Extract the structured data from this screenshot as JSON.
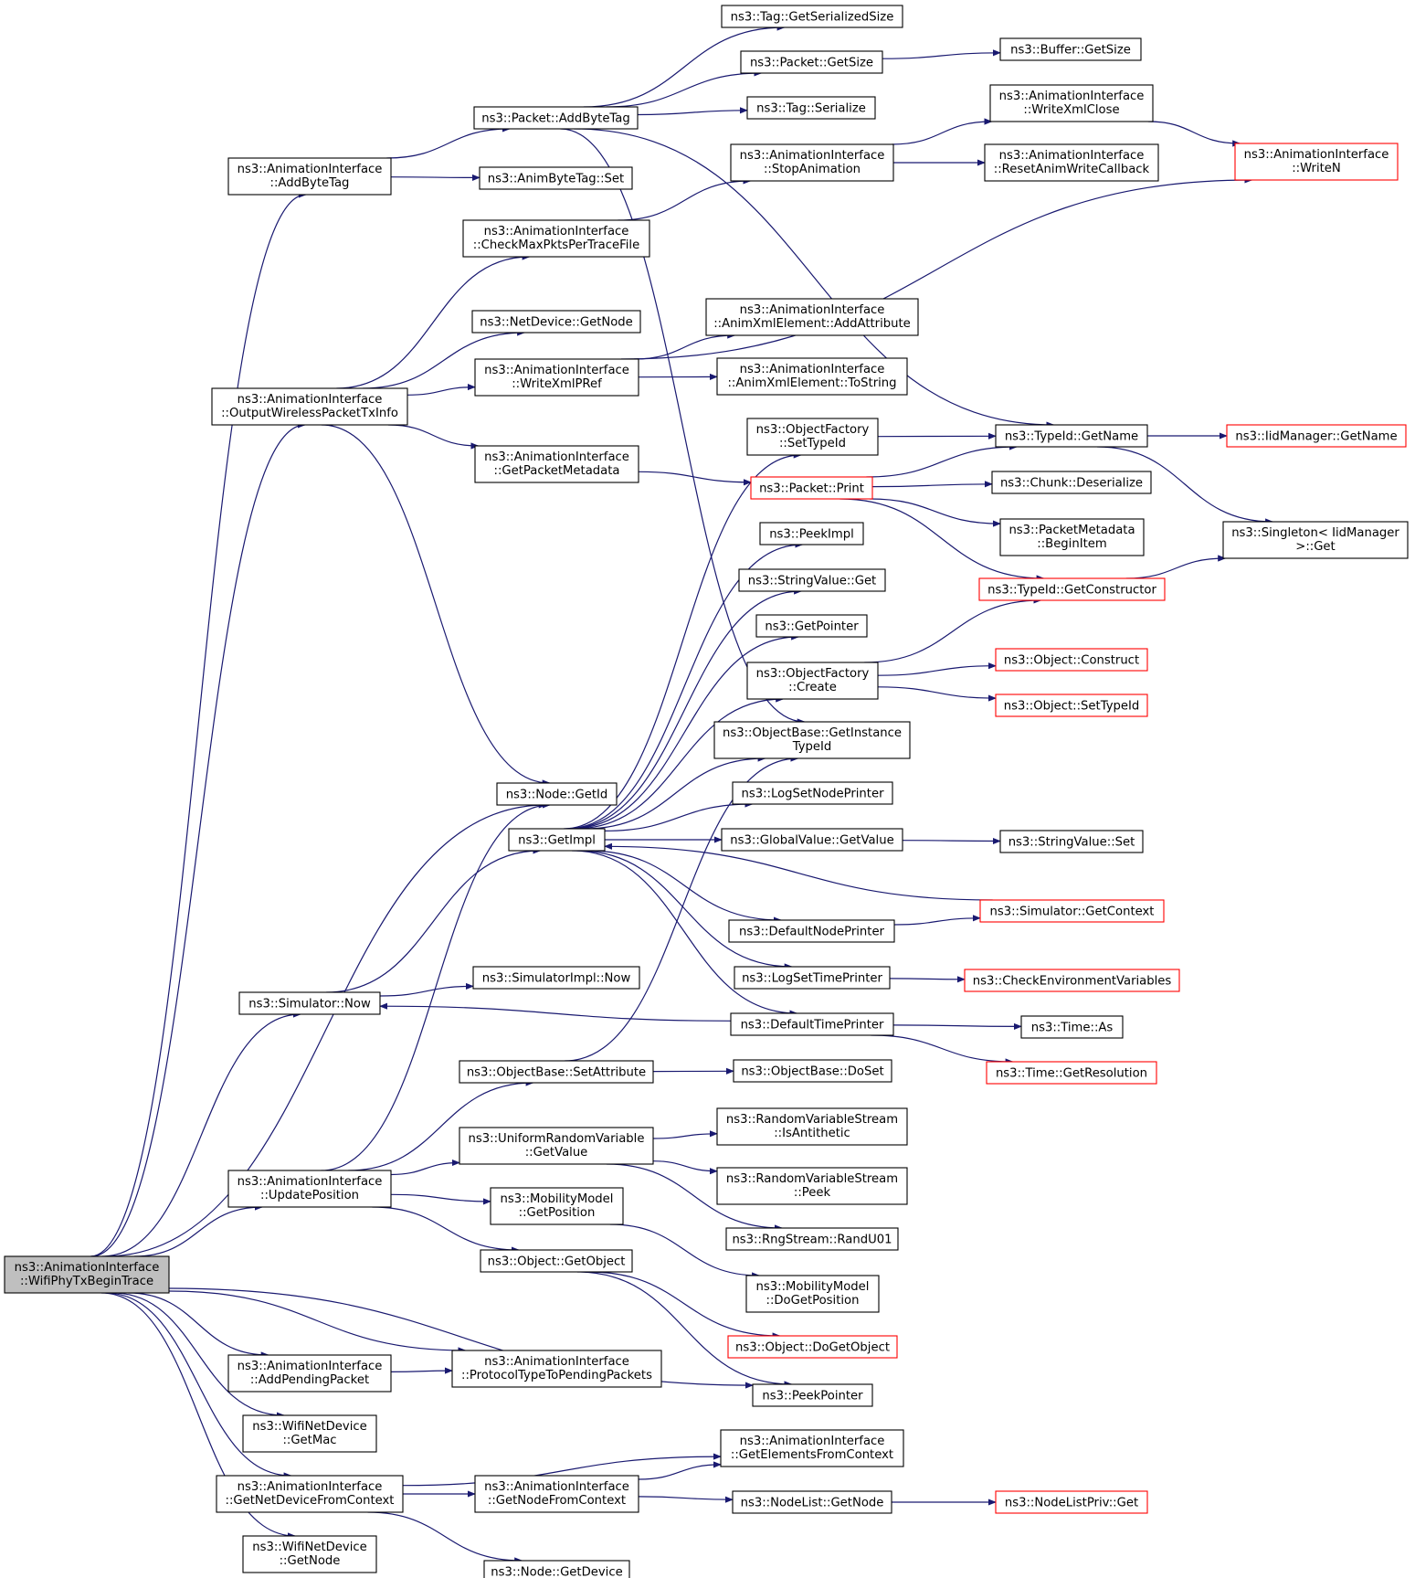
{
  "diagram": {
    "type": "call-graph",
    "colors": {
      "edge": "#191970",
      "border_normal": "#000000",
      "border_truncated": "#ff0000",
      "root_fill": "#bfbfbf",
      "node_fill": "#ffffff"
    },
    "nodes": [
      {
        "id": "root",
        "lines": [
          "ns3::AnimationInterface",
          "::WifiPhyTxBeginTrace"
        ],
        "style": "root"
      },
      {
        "id": "addByteTag",
        "lines": [
          "ns3::AnimationInterface",
          "::AddByteTag"
        ],
        "style": "normal"
      },
      {
        "id": "outputWireless",
        "lines": [
          "ns3::AnimationInterface",
          "::OutputWirelessPacketTxInfo"
        ],
        "style": "normal"
      },
      {
        "id": "simNow",
        "lines": [
          "ns3::Simulator::Now"
        ],
        "style": "normal"
      },
      {
        "id": "updatePosition",
        "lines": [
          "ns3::AnimationInterface",
          "::UpdatePosition"
        ],
        "style": "normal"
      },
      {
        "id": "addPending",
        "lines": [
          "ns3::AnimationInterface",
          "::AddPendingPacket"
        ],
        "style": "normal"
      },
      {
        "id": "wifiGetMac",
        "lines": [
          "ns3::WifiNetDevice",
          "::GetMac"
        ],
        "style": "normal"
      },
      {
        "id": "getNetDevFromCtx",
        "lines": [
          "ns3::AnimationInterface",
          "::GetNetDeviceFromContext"
        ],
        "style": "normal"
      },
      {
        "id": "wifiGetNode",
        "lines": [
          "ns3::WifiNetDevice",
          "::GetNode"
        ],
        "style": "normal"
      },
      {
        "id": "packetAddByteTag",
        "lines": [
          "ns3::Packet::AddByteTag"
        ],
        "style": "normal"
      },
      {
        "id": "animByteTagSet",
        "lines": [
          "ns3::AnimByteTag::Set"
        ],
        "style": "normal"
      },
      {
        "id": "checkMaxPkts",
        "lines": [
          "ns3::AnimationInterface",
          "::CheckMaxPktsPerTraceFile"
        ],
        "style": "normal"
      },
      {
        "id": "netDevGetNode",
        "lines": [
          "ns3::NetDevice::GetNode"
        ],
        "style": "normal"
      },
      {
        "id": "writeXmlPRef",
        "lines": [
          "ns3::AnimationInterface",
          "::WriteXmlPRef"
        ],
        "style": "normal"
      },
      {
        "id": "getPacketMetadata",
        "lines": [
          "ns3::AnimationInterface",
          "::GetPacketMetadata"
        ],
        "style": "normal"
      },
      {
        "id": "nodeGetId",
        "lines": [
          "ns3::Node::GetId"
        ],
        "style": "normal"
      },
      {
        "id": "getImpl",
        "lines": [
          "ns3::GetImpl"
        ],
        "style": "normal"
      },
      {
        "id": "simImplNow",
        "lines": [
          "ns3::SimulatorImpl::Now"
        ],
        "style": "normal"
      },
      {
        "id": "objBaseSetAttr",
        "lines": [
          "ns3::ObjectBase::SetAttribute"
        ],
        "style": "normal"
      },
      {
        "id": "uniformGetValue",
        "lines": [
          "ns3::UniformRandomVariable",
          "::GetValue"
        ],
        "style": "normal"
      },
      {
        "id": "mobilityGetPos",
        "lines": [
          "ns3::MobilityModel",
          "::GetPosition"
        ],
        "style": "normal"
      },
      {
        "id": "objGetObject",
        "lines": [
          "ns3::Object::GetObject"
        ],
        "style": "normal"
      },
      {
        "id": "protoTypeToPending",
        "lines": [
          "ns3::AnimationInterface",
          "::ProtocolTypeToPendingPackets"
        ],
        "style": "normal"
      },
      {
        "id": "getNodeFromCtx",
        "lines": [
          "ns3::AnimationInterface",
          "::GetNodeFromContext"
        ],
        "style": "normal"
      },
      {
        "id": "nodeGetDevice",
        "lines": [
          "ns3::Node::GetDevice"
        ],
        "style": "normal"
      },
      {
        "id": "tagGetSerSize",
        "lines": [
          "ns3::Tag::GetSerializedSize"
        ],
        "style": "normal"
      },
      {
        "id": "packetGetSize",
        "lines": [
          "ns3::Packet::GetSize"
        ],
        "style": "normal"
      },
      {
        "id": "tagSerialize",
        "lines": [
          "ns3::Tag::Serialize"
        ],
        "style": "normal"
      },
      {
        "id": "stopAnimation",
        "lines": [
          "ns3::AnimationInterface",
          "::StopAnimation"
        ],
        "style": "normal"
      },
      {
        "id": "addAttribute",
        "lines": [
          "ns3::AnimationInterface",
          "::AnimXmlElement::AddAttribute"
        ],
        "style": "normal"
      },
      {
        "id": "toString",
        "lines": [
          "ns3::AnimationInterface",
          "::AnimXmlElement::ToString"
        ],
        "style": "normal"
      },
      {
        "id": "ofSetTypeId",
        "lines": [
          "ns3::ObjectFactory",
          "::SetTypeId"
        ],
        "style": "normal"
      },
      {
        "id": "packetPrint",
        "lines": [
          "ns3::Packet::Print"
        ],
        "style": "truncated"
      },
      {
        "id": "peekImpl",
        "lines": [
          "ns3::PeekImpl"
        ],
        "style": "normal"
      },
      {
        "id": "stringValueGet",
        "lines": [
          "ns3::StringValue::Get"
        ],
        "style": "normal"
      },
      {
        "id": "getPointer",
        "lines": [
          "ns3::GetPointer"
        ],
        "style": "normal"
      },
      {
        "id": "ofCreate",
        "lines": [
          "ns3::ObjectFactory",
          "::Create"
        ],
        "style": "normal"
      },
      {
        "id": "getInstanceTypeId",
        "lines": [
          "ns3::ObjectBase::GetInstance",
          "TypeId"
        ],
        "style": "normal"
      },
      {
        "id": "logSetNodePrinter",
        "lines": [
          "ns3::LogSetNodePrinter"
        ],
        "style": "normal"
      },
      {
        "id": "gvGetValue",
        "lines": [
          "ns3::GlobalValue::GetValue"
        ],
        "style": "normal"
      },
      {
        "id": "defaultNodePrinter",
        "lines": [
          "ns3::DefaultNodePrinter"
        ],
        "style": "normal"
      },
      {
        "id": "logSetTimePrinter",
        "lines": [
          "ns3::LogSetTimePrinter"
        ],
        "style": "normal"
      },
      {
        "id": "defaultTimePrinter",
        "lines": [
          "ns3::DefaultTimePrinter"
        ],
        "style": "normal"
      },
      {
        "id": "objBaseDoSet",
        "lines": [
          "ns3::ObjectBase::DoSet"
        ],
        "style": "normal"
      },
      {
        "id": "rvsIsAntithetic",
        "lines": [
          "ns3::RandomVariableStream",
          "::IsAntithetic"
        ],
        "style": "normal"
      },
      {
        "id": "rvsPeek",
        "lines": [
          "ns3::RandomVariableStream",
          "::Peek"
        ],
        "style": "normal"
      },
      {
        "id": "rngRandU01",
        "lines": [
          "ns3::RngStream::RandU01"
        ],
        "style": "normal"
      },
      {
        "id": "mobilityDoGetPos",
        "lines": [
          "ns3::MobilityModel",
          "::DoGetPosition"
        ],
        "style": "normal"
      },
      {
        "id": "objDoGetObject",
        "lines": [
          "ns3::Object::DoGetObject"
        ],
        "style": "truncated"
      },
      {
        "id": "peekPointer",
        "lines": [
          "ns3::PeekPointer"
        ],
        "style": "normal"
      },
      {
        "id": "getElementsFromCtx",
        "lines": [
          "ns3::AnimationInterface",
          "::GetElementsFromContext"
        ],
        "style": "normal"
      },
      {
        "id": "nodeListGetNode",
        "lines": [
          "ns3::NodeList::GetNode"
        ],
        "style": "normal"
      },
      {
        "id": "bufferGetSize",
        "lines": [
          "ns3::Buffer::GetSize"
        ],
        "style": "normal"
      },
      {
        "id": "writeXmlClose",
        "lines": [
          "ns3::AnimationInterface",
          "::WriteXmlClose"
        ],
        "style": "normal"
      },
      {
        "id": "resetAnimWrite",
        "lines": [
          "ns3::AnimationInterface",
          "::ResetAnimWriteCallback"
        ],
        "style": "normal"
      },
      {
        "id": "typeIdGetName",
        "lines": [
          "ns3::TypeId::GetName"
        ],
        "style": "normal"
      },
      {
        "id": "chunkDeserialize",
        "lines": [
          "ns3::Chunk::Deserialize"
        ],
        "style": "normal"
      },
      {
        "id": "pmBeginItem",
        "lines": [
          "ns3::PacketMetadata",
          "::BeginItem"
        ],
        "style": "normal"
      },
      {
        "id": "typeIdGetConstructor",
        "lines": [
          "ns3::TypeId::GetConstructor"
        ],
        "style": "truncated"
      },
      {
        "id": "objConstruct",
        "lines": [
          "ns3::Object::Construct"
        ],
        "style": "truncated"
      },
      {
        "id": "objSetTypeId",
        "lines": [
          "ns3::Object::SetTypeId"
        ],
        "style": "truncated"
      },
      {
        "id": "stringValueSet",
        "lines": [
          "ns3::StringValue::Set"
        ],
        "style": "normal"
      },
      {
        "id": "simGetContext",
        "lines": [
          "ns3::Simulator::GetContext"
        ],
        "style": "truncated"
      },
      {
        "id": "checkEnvVars",
        "lines": [
          "ns3::CheckEnvironmentVariables"
        ],
        "style": "truncated"
      },
      {
        "id": "timeAs",
        "lines": [
          "ns3::Time::As"
        ],
        "style": "normal"
      },
      {
        "id": "timeGetResolution",
        "lines": [
          "ns3::Time::GetResolution"
        ],
        "style": "truncated"
      },
      {
        "id": "nodeListPrivGet",
        "lines": [
          "ns3::NodeListPriv::Get"
        ],
        "style": "truncated"
      },
      {
        "id": "writeN",
        "lines": [
          "ns3::AnimationInterface",
          "::WriteN"
        ],
        "style": "truncated"
      },
      {
        "id": "iidGetName",
        "lines": [
          "ns3::IidManager::GetName"
        ],
        "style": "truncated"
      },
      {
        "id": "singletonGet",
        "lines": [
          "ns3::Singleton< IidManager",
          ">::Get"
        ],
        "style": "normal"
      }
    ],
    "edges": [
      [
        "root",
        "addByteTag"
      ],
      [
        "root",
        "outputWireless"
      ],
      [
        "root",
        "nodeGetId"
      ],
      [
        "root",
        "simNow"
      ],
      [
        "root",
        "updatePosition"
      ],
      [
        "root",
        "addPending"
      ],
      [
        "root",
        "protoTypeToPending"
      ],
      [
        "root",
        "peekPointer"
      ],
      [
        "root",
        "wifiGetMac"
      ],
      [
        "root",
        "getNetDevFromCtx"
      ],
      [
        "root",
        "wifiGetNode"
      ],
      [
        "addByteTag",
        "packetAddByteTag"
      ],
      [
        "addByteTag",
        "animByteTagSet"
      ],
      [
        "packetAddByteTag",
        "tagGetSerSize"
      ],
      [
        "packetAddByteTag",
        "packetGetSize"
      ],
      [
        "packetAddByteTag",
        "tagSerialize"
      ],
      [
        "packetAddByteTag",
        "typeIdGetName"
      ],
      [
        "packetAddByteTag",
        "getInstanceTypeId"
      ],
      [
        "packetGetSize",
        "bufferGetSize"
      ],
      [
        "outputWireless",
        "checkMaxPkts"
      ],
      [
        "outputWireless",
        "netDevGetNode"
      ],
      [
        "outputWireless",
        "writeXmlPRef"
      ],
      [
        "outputWireless",
        "getPacketMetadata"
      ],
      [
        "outputWireless",
        "nodeGetId"
      ],
      [
        "checkMaxPkts",
        "stopAnimation"
      ],
      [
        "stopAnimation",
        "writeXmlClose"
      ],
      [
        "stopAnimation",
        "resetAnimWrite"
      ],
      [
        "writeXmlClose",
        "writeN"
      ],
      [
        "writeXmlPRef",
        "addAttribute"
      ],
      [
        "writeXmlPRef",
        "toString"
      ],
      [
        "writeXmlPRef",
        "writeN"
      ],
      [
        "getPacketMetadata",
        "packetPrint"
      ],
      [
        "packetPrint",
        "typeIdGetName"
      ],
      [
        "packetPrint",
        "chunkDeserialize"
      ],
      [
        "packetPrint",
        "pmBeginItem"
      ],
      [
        "packetPrint",
        "typeIdGetConstructor"
      ],
      [
        "ofSetTypeId",
        "typeIdGetName"
      ],
      [
        "typeIdGetName",
        "iidGetName"
      ],
      [
        "typeIdGetName",
        "singletonGet"
      ],
      [
        "typeIdGetConstructor",
        "singletonGet"
      ],
      [
        "ofCreate",
        "typeIdGetConstructor"
      ],
      [
        "ofCreate",
        "objConstruct"
      ],
      [
        "ofCreate",
        "objSetTypeId"
      ],
      [
        "getImpl",
        "ofSetTypeId"
      ],
      [
        "getImpl",
        "peekImpl"
      ],
      [
        "getImpl",
        "stringValueGet"
      ],
      [
        "getImpl",
        "getPointer"
      ],
      [
        "getImpl",
        "ofCreate"
      ],
      [
        "getImpl",
        "getInstanceTypeId"
      ],
      [
        "getImpl",
        "logSetNodePrinter"
      ],
      [
        "getImpl",
        "gvGetValue"
      ],
      [
        "getImpl",
        "defaultNodePrinter"
      ],
      [
        "getImpl",
        "logSetTimePrinter"
      ],
      [
        "getImpl",
        "defaultTimePrinter"
      ],
      [
        "gvGetValue",
        "stringValueSet"
      ],
      [
        "defaultNodePrinter",
        "simGetContext"
      ],
      [
        "simGetContext",
        "getImpl"
      ],
      [
        "logSetTimePrinter",
        "checkEnvVars"
      ],
      [
        "defaultTimePrinter",
        "simNow"
      ],
      [
        "defaultTimePrinter",
        "timeAs"
      ],
      [
        "defaultTimePrinter",
        "timeGetResolution"
      ],
      [
        "simNow",
        "getImpl"
      ],
      [
        "simNow",
        "simImplNow"
      ],
      [
        "updatePosition",
        "nodeGetId"
      ],
      [
        "updatePosition",
        "objBaseSetAttr"
      ],
      [
        "updatePosition",
        "uniformGetValue"
      ],
      [
        "updatePosition",
        "mobilityGetPos"
      ],
      [
        "updatePosition",
        "objGetObject"
      ],
      [
        "objBaseSetAttr",
        "getInstanceTypeId"
      ],
      [
        "objBaseSetAttr",
        "objBaseDoSet"
      ],
      [
        "uniformGetValue",
        "rvsIsAntithetic"
      ],
      [
        "uniformGetValue",
        "rvsPeek"
      ],
      [
        "uniformGetValue",
        "rngRandU01"
      ],
      [
        "mobilityGetPos",
        "mobilityDoGetPos"
      ],
      [
        "objGetObject",
        "objDoGetObject"
      ],
      [
        "objGetObject",
        "peekPointer"
      ],
      [
        "addPending",
        "protoTypeToPending"
      ],
      [
        "getNetDevFromCtx",
        "getElementsFromCtx"
      ],
      [
        "getNetDevFromCtx",
        "getNodeFromCtx"
      ],
      [
        "getNetDevFromCtx",
        "nodeGetDevice"
      ],
      [
        "getNodeFromCtx",
        "getElementsFromCtx"
      ],
      [
        "getNodeFromCtx",
        "nodeListGetNode"
      ],
      [
        "nodeListGetNode",
        "nodeListPrivGet"
      ]
    ]
  }
}
